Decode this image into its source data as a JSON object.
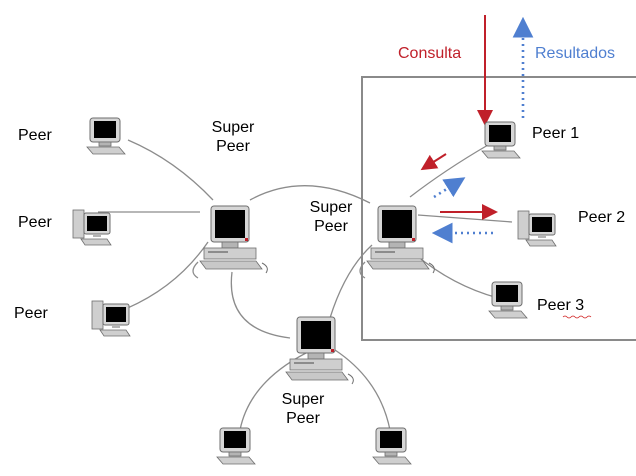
{
  "labels": {
    "peer": "Peer",
    "super_peer_line1": "Super",
    "super_peer_line2": "Peer",
    "peer_1": "Peer 1",
    "peer_2": "Peer 2",
    "peer_3": "Peer 3"
  },
  "flow": {
    "query_label": "Consulta",
    "results_label": "Resultados"
  },
  "colors": {
    "query": "#c0202a",
    "results": "#4f7fd0",
    "links": "#8c8c8c",
    "cluster_frame": "#8a8a8a"
  }
}
